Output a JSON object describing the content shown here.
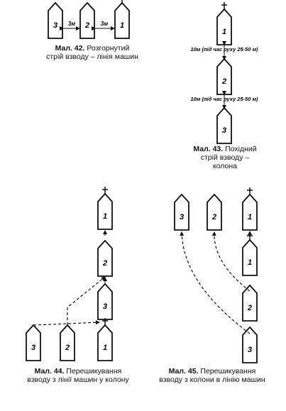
{
  "fig42": {
    "caption_num": "Мал. 42.",
    "caption_rest": "Розгорнутий",
    "caption_line2": "стрій взводу – лінія машин",
    "vehicles": [
      "3",
      "2",
      "1"
    ],
    "gap_label": "3м"
  },
  "fig43": {
    "caption_num": "Мал. 43.",
    "caption_rest": "Похідний",
    "caption_line2": "стрій взводу –",
    "caption_line3": "колона",
    "vehicles": [
      "1",
      "2",
      "3"
    ],
    "gap_label": "10м (під час руху 25-50 м)"
  },
  "fig44": {
    "caption_num": "Мал. 44.",
    "caption_rest": "Перешикування",
    "caption_line2": "взводу з лінії машин у колону",
    "column": [
      "1",
      "2",
      "3"
    ],
    "line": [
      "3",
      "2",
      "1"
    ]
  },
  "fig45": {
    "caption_num": "Мал. 45.",
    "caption_rest": "Перешикування",
    "caption_line2": "взводу з колони в лінію машин",
    "line": [
      "3",
      "2",
      "1"
    ],
    "column": [
      "1",
      "2",
      "3"
    ]
  }
}
